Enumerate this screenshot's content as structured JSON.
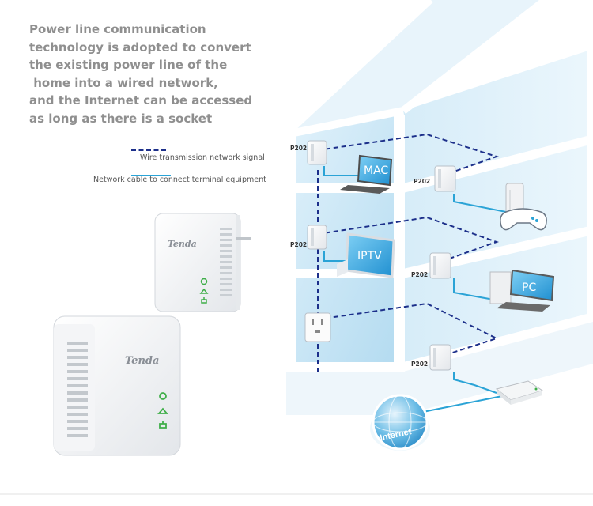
{
  "intro": {
    "lines": [
      "Power line communication",
      "technology is adopted to convert",
      "the existing power line of the",
      " home into a wired network,",
      "and the Internet can be accessed",
      "as long as there is a socket"
    ]
  },
  "legend": {
    "dashed_label": "Wire transmission network signal",
    "solid_label": "Network cable to connect terminal equipment"
  },
  "adapters": {
    "model": "P202",
    "brand": "Tenda"
  },
  "devices": {
    "mac": "MAC",
    "iptv": "IPTV",
    "pc": "PC",
    "internet": "Internet"
  },
  "colors": {
    "dashed_line": "#1c2f8a",
    "cable_line": "#2aa3d6",
    "glass": "#c9e6f5",
    "frame": "#ffffff",
    "led_green": "#3fae49"
  },
  "icons": [
    "power-icon",
    "plc-icon",
    "ethernet-icon",
    "wall-socket-icon",
    "globe-icon",
    "gamepad-icon",
    "game-console-icon"
  ]
}
